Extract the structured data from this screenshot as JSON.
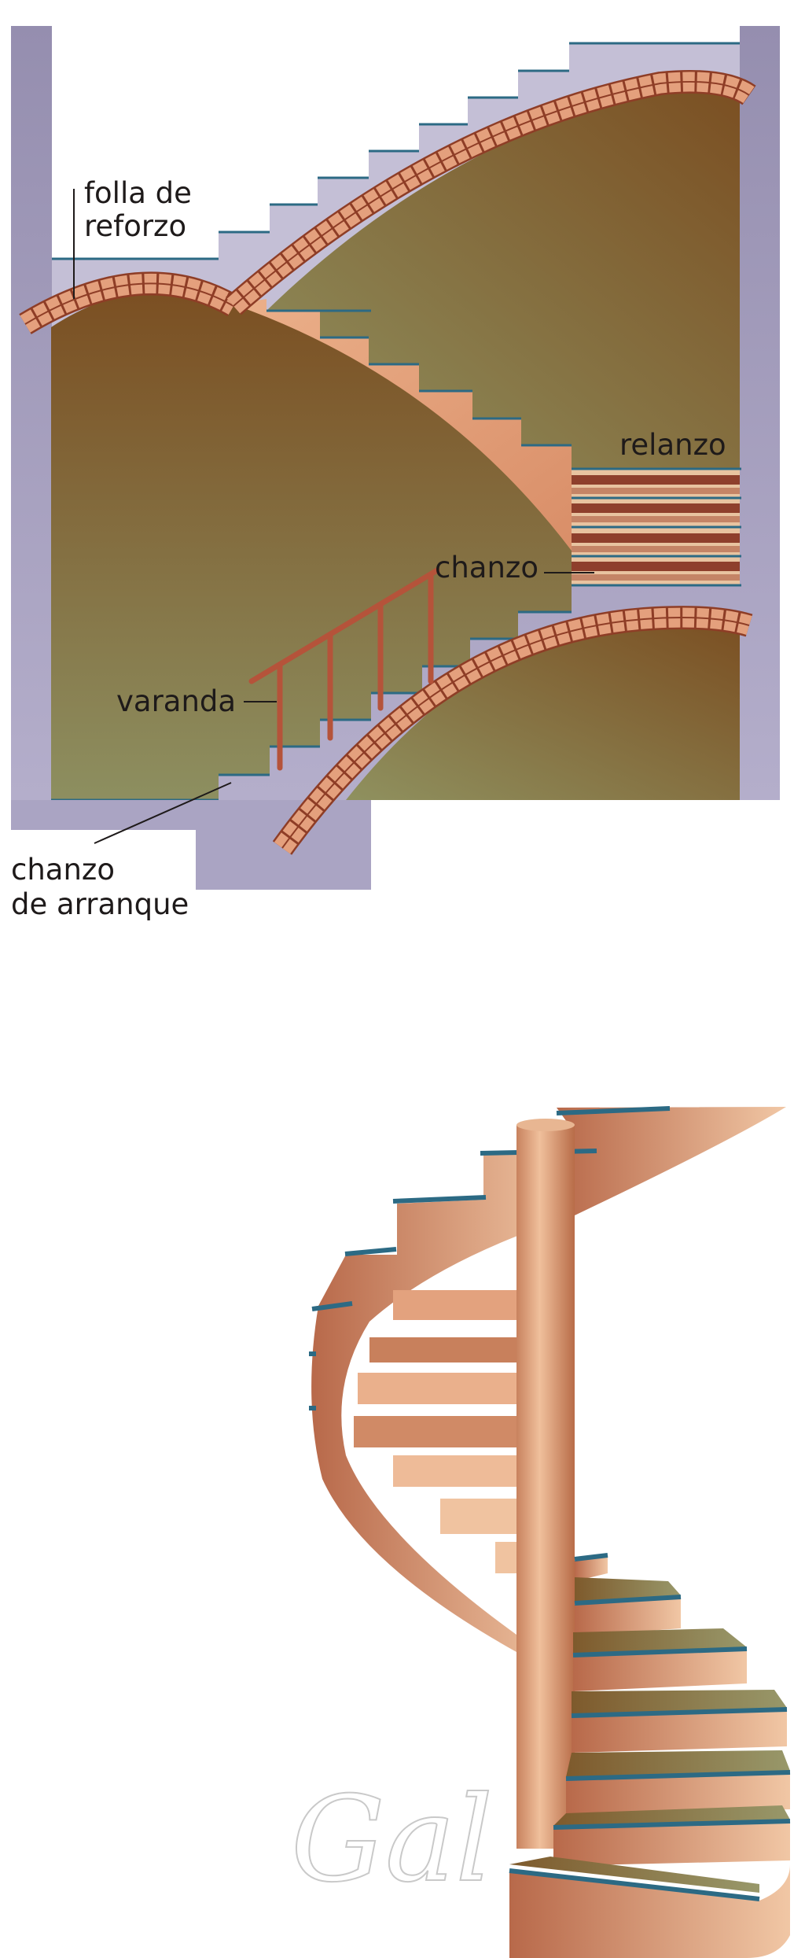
{
  "diagram_top": {
    "labels": {
      "folla_line1": "folla de",
      "folla_line2": "reforzo",
      "relanzo": "relanzo",
      "chanzo": "chanzo",
      "varanda": "varanda",
      "arranque_line1": "chanzo",
      "arranque_line2": "de arranque"
    }
  },
  "watermark": "Gal",
  "colors": {
    "wall": "#a9a3c2",
    "brown": "#7b4f22",
    "olive": "#8d8c5e",
    "brick": "#c66f4b",
    "salmon": "#e3a27c",
    "tread_edge": "#2c6a84"
  }
}
